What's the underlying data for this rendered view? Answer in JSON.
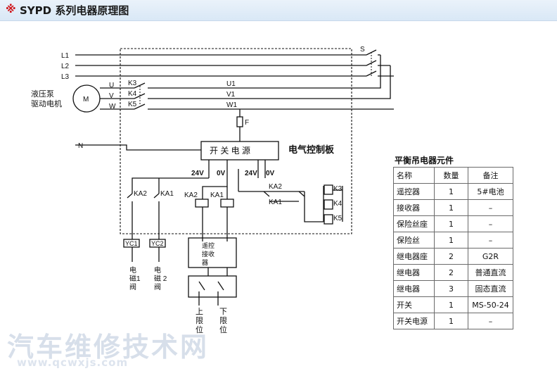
{
  "header": {
    "mark": "※",
    "title": "SYPD 系列电器原理图"
  },
  "diagram": {
    "labels": {
      "L1": "L1",
      "L2": "L2",
      "L3": "L3",
      "N": "N",
      "S": "S",
      "U": "U",
      "V": "V",
      "W": "W",
      "K3": "K3",
      "K4": "K4",
      "K5": "K5",
      "U1": "U1",
      "V1": "V1",
      "W1": "W1",
      "M": "M",
      "motor_line1": "液压泵",
      "motor_line2": "驱动电机",
      "F": "F",
      "psu": "开 关 电 源",
      "control_board": "电气控制板",
      "v24a": "24V",
      "v0a": "0V",
      "v24b": "24V",
      "v0b": "0V",
      "KA2_contact": "KA2",
      "KA1_contact": "KA1",
      "KA2_coil": "KA2",
      "KA1_coil": "KA1",
      "KA2_contact_b": "KA2",
      "KA1_contact_b": "KA1",
      "K3_coil": "K3",
      "K4_coil": "K4",
      "K5_coil": "K5",
      "YC1": "YC1",
      "YC2": "YC2",
      "valve1_line1": "电",
      "valve1_line2": "磁1",
      "valve1_line3": "阀",
      "valve2_line1": "电",
      "valve2_line2": "磁 2",
      "valve2_line3": "阀",
      "receiver_line1": "遥控",
      "receiver_line2": "接收",
      "receiver_line3": "器",
      "limit_up_line1": "上",
      "limit_up_line2": "限",
      "limit_up_line3": "位",
      "limit_down_line1": "下",
      "limit_down_line2": "限",
      "limit_down_line3": "位"
    }
  },
  "parts_table": {
    "title": "平衡吊电器元件",
    "headers": [
      "名称",
      "数量",
      "备注"
    ],
    "rows": [
      [
        "遥控器",
        "1",
        "5#电池"
      ],
      [
        "接收器",
        "1",
        "–"
      ],
      [
        "保险丝座",
        "1",
        "–"
      ],
      [
        "保险丝",
        "1",
        "–"
      ],
      [
        "继电器座",
        "2",
        "G2R"
      ],
      [
        "继电器",
        "2",
        "普通直流"
      ],
      [
        "继电器",
        "3",
        "固态直流"
      ],
      [
        "开关",
        "1",
        "MS-50-24"
      ],
      [
        "开关电源",
        "1",
        "–"
      ]
    ]
  },
  "watermark": {
    "text": "汽车维修技术网",
    "url": "www.qcwxjs.com"
  }
}
